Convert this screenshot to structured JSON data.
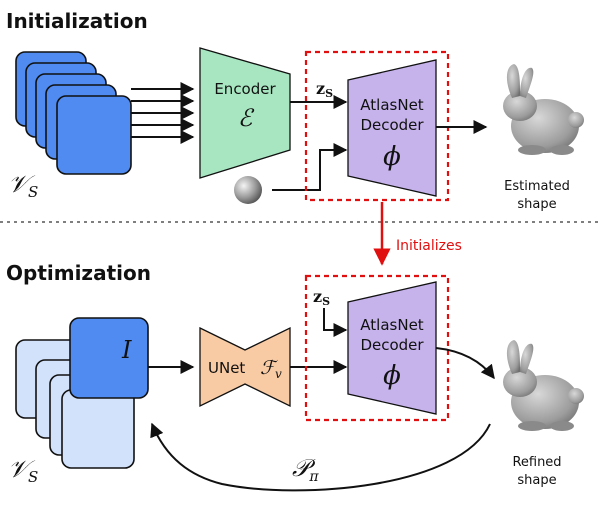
{
  "sections": {
    "initialization": "Initialization",
    "optimization": "Optimization"
  },
  "init": {
    "view_set_label": "𝒱",
    "view_set_sub": "S",
    "encoder_label": "Encoder",
    "encoder_symbol": "ℰ",
    "latent_label": "z",
    "latent_sub": "S",
    "decoder_line1": "AtlasNet",
    "decoder_line2": "Decoder",
    "decoder_symbol": "ϕ",
    "output_line1": "Estimated",
    "output_line2": "shape"
  },
  "link": {
    "label": "Initializes"
  },
  "opt": {
    "view_set_label": "𝒱",
    "view_set_sub": "S",
    "image_label": "I",
    "unet_label": "UNet",
    "unet_symbol": "ℱ",
    "unet_sub": "v",
    "latent_label": "z",
    "latent_sub": "S",
    "decoder_line1": "AtlasNet",
    "decoder_line2": "Decoder",
    "decoder_symbol": "ϕ",
    "output_line1": "Refined",
    "output_line2": "shape",
    "projection_label": "𝒫",
    "projection_sub": "π"
  },
  "colors": {
    "view_blue": "#4f8bf0",
    "view_light": "#d3e2fb",
    "encoder_green": "#a8e6c2",
    "decoder_purple": "#c6b3ec",
    "unet_orange": "#f9cba4",
    "red_dashed": "#e01010"
  },
  "icons": {
    "sphere": "sphere-icon",
    "bunny": "bunny-icon"
  }
}
